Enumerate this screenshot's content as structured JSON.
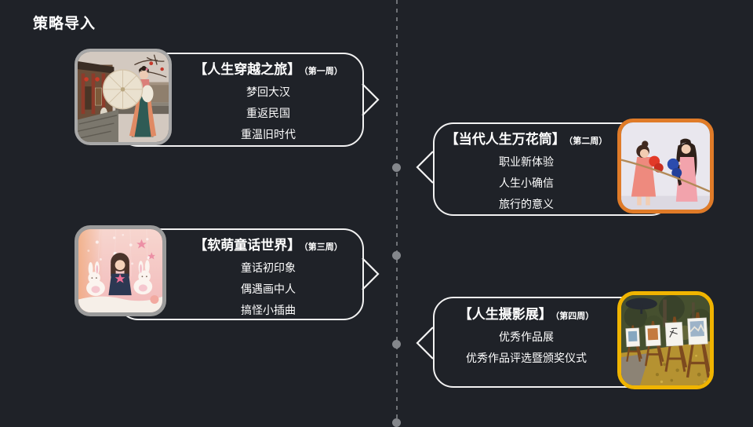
{
  "slide": {
    "title": "策略导入",
    "background_color": "#1f2228",
    "timeline": {
      "line_style": "vertical-dashed",
      "line_color": "#888b90",
      "dot_color": "#84878c",
      "dot_count": 4
    },
    "cards": [
      {
        "title": "【人生穿越之旅】",
        "week": "（第一周）",
        "items": [
          "梦回大汉",
          "重返民国",
          "重温旧时代"
        ],
        "side": "left",
        "image_name": "hanfu-woman-paper-umbrella-photo",
        "image_border_color": "#a8a8a8",
        "image_border_css": "border-color:#a8a8a8"
      },
      {
        "title": "【当代人生万花筒】",
        "week": "（第二周）",
        "items": [
          "职业新体验",
          "人生小确信",
          "旅行的意义"
        ],
        "side": "right",
        "image_name": "children-boxing-photo",
        "image_border_color": "#e07b28",
        "image_border_css": "border-color:#e07b28"
      },
      {
        "title": "【软萌童话世界】",
        "week": "（第三周）",
        "items": [
          "童话初印象",
          "偶遇画中人",
          "搞怪小插曲"
        ],
        "side": "left",
        "image_name": "girl-with-bunny-plushies-photo",
        "image_border_color": "#9b9b9b",
        "image_border_css": "border-color:#9b9b9b"
      },
      {
        "title": "【人生摄影展】",
        "week": "（第四周）",
        "items": [
          "优秀作品展",
          "优秀作品评选暨颁奖仪式"
        ],
        "side": "right",
        "image_name": "outdoor-photo-exhibition-easels-photo",
        "image_border_color": "#f0b400",
        "image_border_css": "border-color:#f0b400"
      }
    ]
  }
}
